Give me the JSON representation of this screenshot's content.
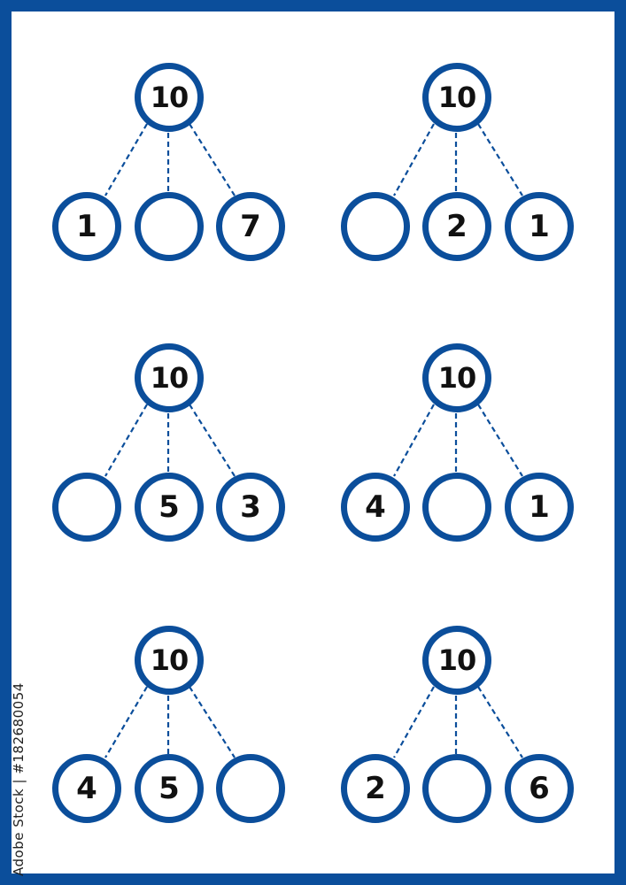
{
  "colors": {
    "accent": "#0b4e9b",
    "text": "#111111",
    "background": "#ffffff"
  },
  "stock_id": "Adobe Stock | #182680054",
  "bonds": [
    {
      "top": "10",
      "parts": [
        "1",
        "",
        "7"
      ]
    },
    {
      "top": "10",
      "parts": [
        "",
        "2",
        "1"
      ]
    },
    {
      "top": "10",
      "parts": [
        "",
        "5",
        "3"
      ]
    },
    {
      "top": "10",
      "parts": [
        "4",
        "",
        "1"
      ]
    },
    {
      "top": "10",
      "parts": [
        "4",
        "5",
        ""
      ]
    },
    {
      "top": "10",
      "parts": [
        "2",
        "",
        "6"
      ]
    }
  ]
}
